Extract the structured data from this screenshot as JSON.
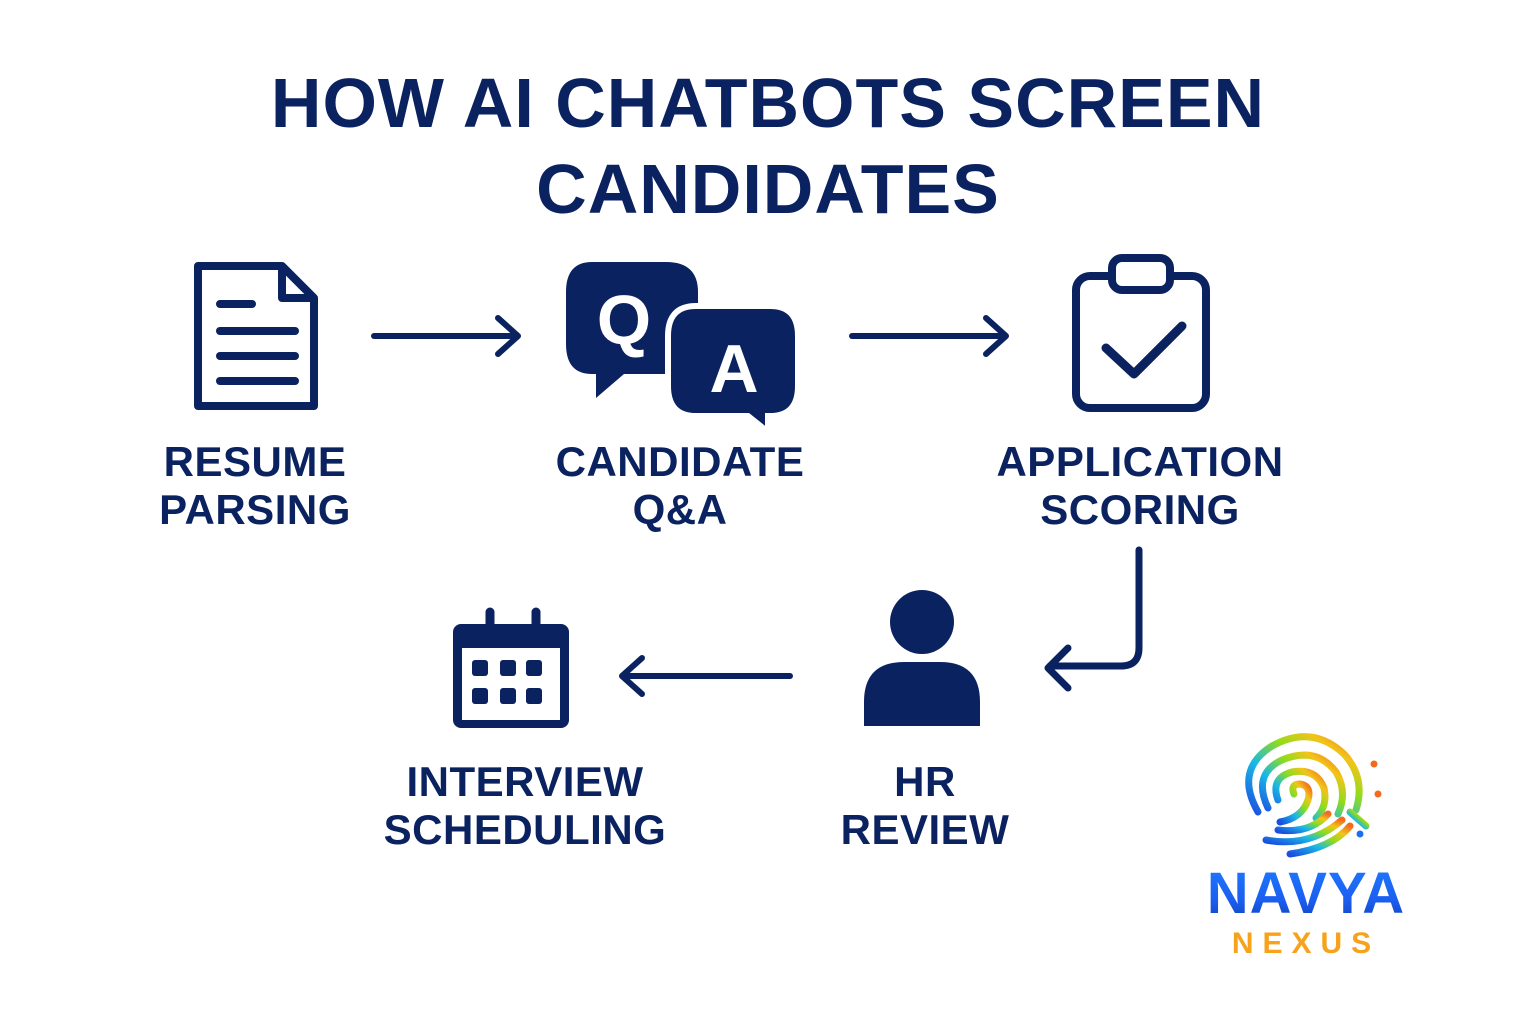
{
  "title": {
    "line1": "HOW AI CHATBOTS SCREEN",
    "line2": "CANDIDATES"
  },
  "colors": {
    "primary": "#0b2260",
    "background": "#ffffff",
    "brand_blue": "#1b5ef0",
    "brand_orange": "#f7a21b"
  },
  "steps": [
    {
      "icon": "document-icon",
      "line1": "RESUME",
      "line2": "PARSING"
    },
    {
      "icon": "qa-chat-bubbles-icon",
      "line1": "CANDIDATE",
      "line2": "Q&A"
    },
    {
      "icon": "clipboard-check-icon",
      "line1": "APPLICATION",
      "line2": "SCORING"
    },
    {
      "icon": "person-icon",
      "line1": "HR",
      "line2": "REVIEW"
    },
    {
      "icon": "calendar-icon",
      "line1": "INTERVIEW",
      "line2": "SCHEDULING"
    }
  ],
  "qa_icon": {
    "q": "Q",
    "a": "A"
  },
  "logo": {
    "icon": "fingerprint-icon",
    "name": "NAVYA",
    "subname": "NEXUS"
  }
}
